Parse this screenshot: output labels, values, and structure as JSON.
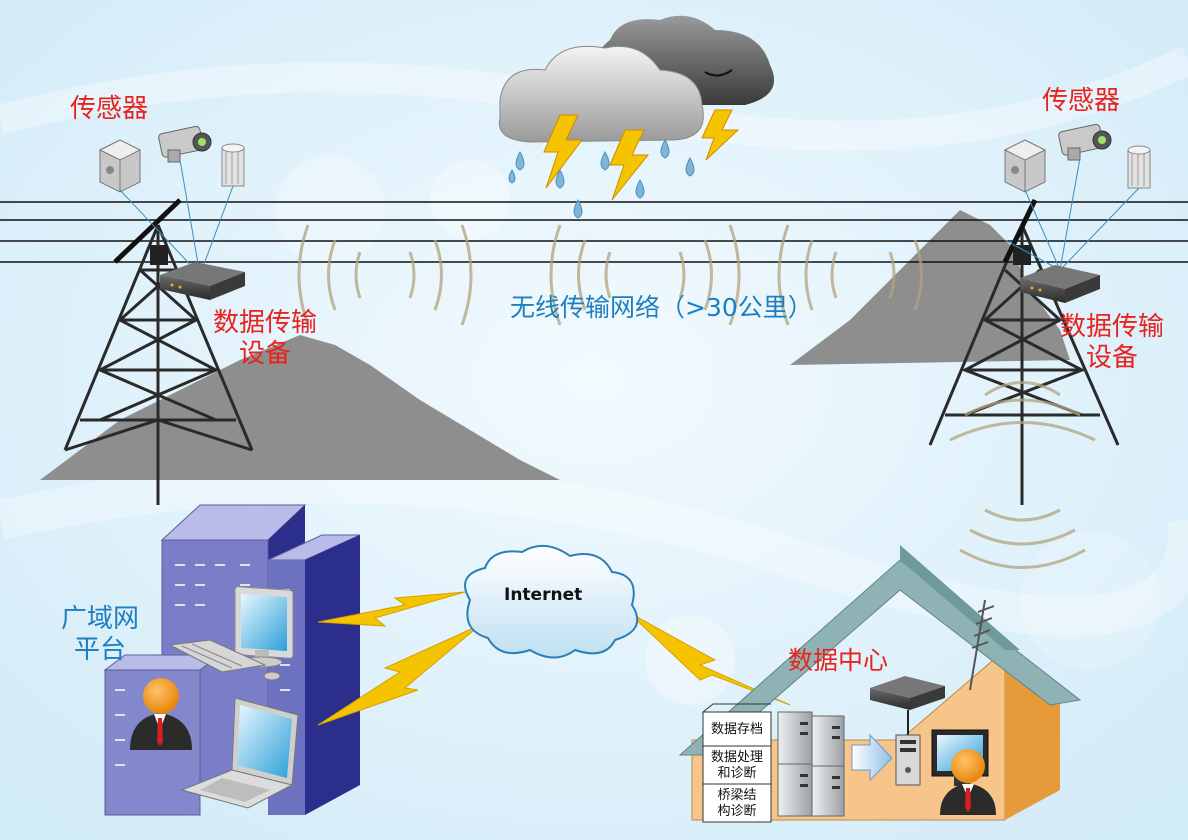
{
  "labels": {
    "sensor_left": "传感器",
    "sensor_right": "传感器",
    "tx_left_line1": "数据传输",
    "tx_left_line2": "设备",
    "tx_right_line1": "数据传输",
    "tx_right_line2": "设备",
    "wireless": "无线传输网络（>30公里）",
    "internet": "Internet",
    "wan_line1": "广域网",
    "wan_line2": "平台",
    "datacenter": "数据中心",
    "func_archive": "数据存档",
    "func_process_line1": "数据处理",
    "func_process_line2": "和诊断",
    "func_bridge_line1": "桥梁结",
    "func_bridge_line2": "构诊断"
  },
  "colors": {
    "label_red": "#e8231f",
    "label_blue": "#1c7fc0",
    "mountain": "#8e8e8e",
    "building": "#7a7ec8",
    "house_wall": "#f7c58a",
    "house_roof": "#8fb3b5",
    "lightning": "#f5c400",
    "raindrop": "#7fb6d8"
  }
}
